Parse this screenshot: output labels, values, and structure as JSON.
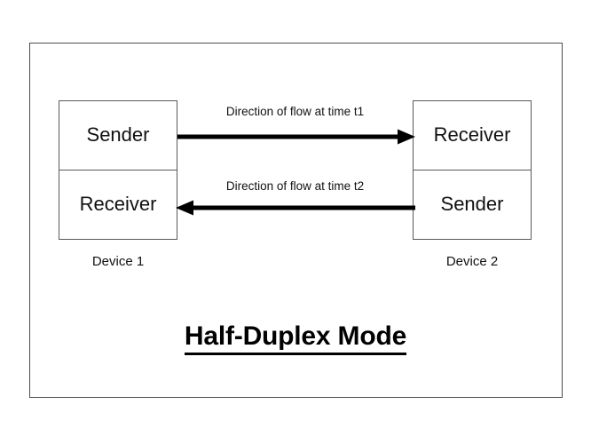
{
  "diagram": {
    "title": "Half-Duplex Mode",
    "frame": {
      "border_color": "#4d4d4d"
    },
    "devices": [
      {
        "caption": "Device 1",
        "top_role": "Sender",
        "bottom_role": "Receiver"
      },
      {
        "caption": "Device 2",
        "top_role": "Receiver",
        "bottom_role": "Sender"
      }
    ],
    "flows": [
      {
        "label": "Direction of flow at time t1",
        "direction": "right",
        "arrow_color": "#000000"
      },
      {
        "label": "Direction of flow at time t2",
        "direction": "left",
        "arrow_color": "#000000"
      }
    ]
  }
}
